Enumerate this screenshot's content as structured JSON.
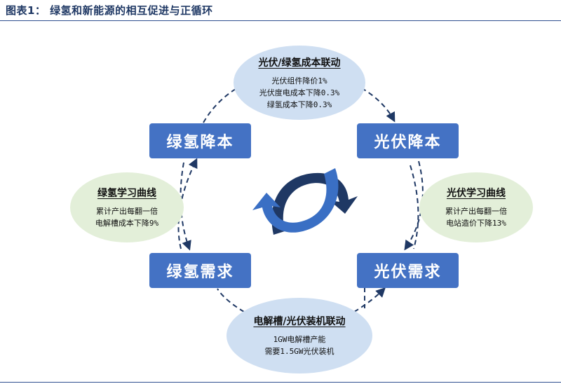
{
  "title": "图表1： 绿氢和新能源的相互促进与正循环",
  "boxes": {
    "green_cost": "绿氢降本",
    "pv_cost": "光伏降本",
    "green_demand": "绿氢需求",
    "pv_demand": "光伏需求"
  },
  "top": {
    "heading": "光伏/绿氢成本联动",
    "lines": [
      "光伏组件降价1%",
      "光伏度电成本下降0.3%",
      "绿氢成本下降0.3%"
    ]
  },
  "left": {
    "heading": "绿氢学习曲线",
    "lines": [
      "累计产出每翻一倍",
      "电解槽成本下降9%"
    ]
  },
  "right": {
    "heading": "光伏学习曲线",
    "lines": [
      "累计产出每翻一倍",
      "电站造价下降13%"
    ]
  },
  "bottom": {
    "heading": "电解槽/光伏装机联动",
    "lines": [
      "1GW电解槽产能",
      "需要1.5GW光伏装机"
    ]
  },
  "colors": {
    "box": "#4472c4",
    "arrow_dark": "#1f3864",
    "blue_ellipse": "#cfdff2",
    "green_ellipse": "#e3efd9"
  },
  "center_icon": "cycle-arrows-icon"
}
